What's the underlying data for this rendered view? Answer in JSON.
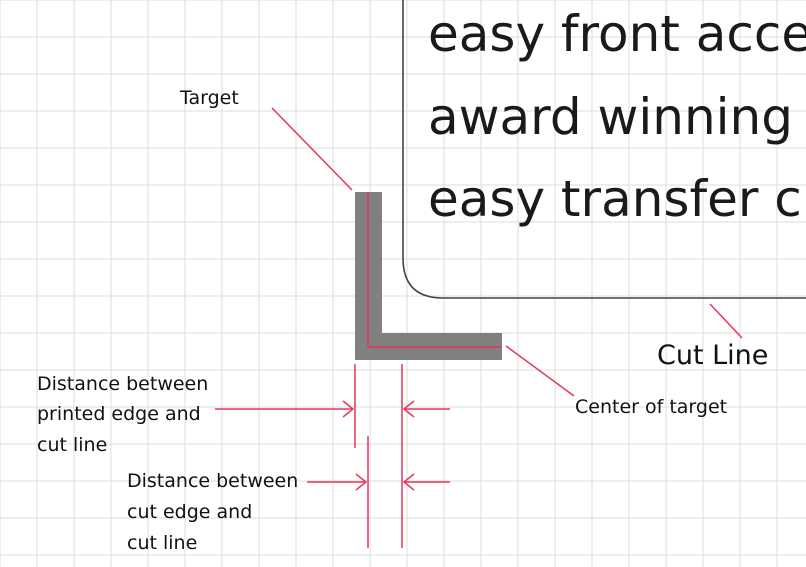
{
  "card": {
    "lines": [
      "easy front acce",
      "award winning",
      "easy transfer c"
    ]
  },
  "labels": {
    "target": "Target",
    "cut_line": "Cut Line",
    "center_of_target": "Center of target",
    "distance_printed": [
      "Distance between",
      "printed edge and",
      "cut line"
    ],
    "distance_cut": [
      "Distance between",
      "cut edge and",
      "cut line"
    ]
  },
  "colors": {
    "grid": "#dcdcdc",
    "target_fill": "#808080",
    "red_line": "#e8365a",
    "card_outline": "#444444",
    "text": "#111111"
  }
}
